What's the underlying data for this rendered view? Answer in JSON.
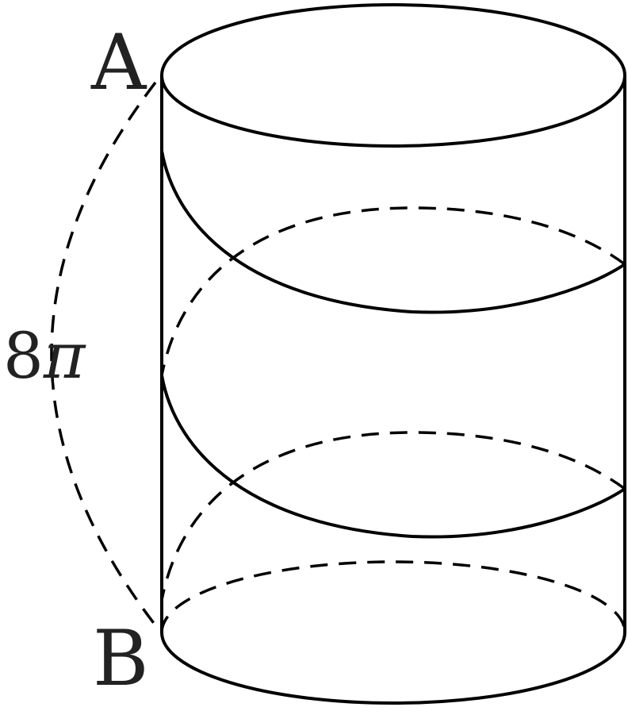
{
  "labels": {
    "top_point": "A",
    "bottom_point": "B",
    "length_value": "8",
    "length_symbol": "π"
  }
}
